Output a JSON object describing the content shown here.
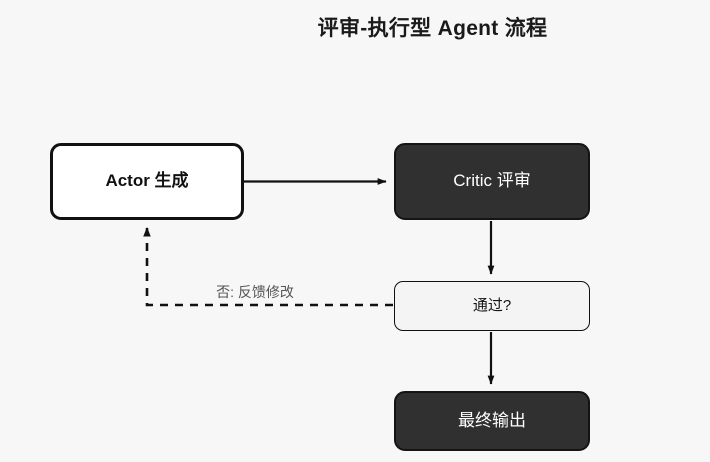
{
  "page": {
    "title": "评审-执行型 Agent 流程",
    "background_color": "#f7f7f7"
  },
  "diagram": {
    "type": "flowchart",
    "direction": "left-to-right, top-to-bottom",
    "nodes": [
      {
        "id": "actor",
        "label": "Actor 生成",
        "shape": "rounded-rectangle",
        "fill": "#ffffff",
        "stroke": "#111111",
        "text_color": "#111111",
        "emphasis": "bold"
      },
      {
        "id": "critic",
        "label": "Critic 评审",
        "shape": "rounded-rectangle",
        "fill": "#303030",
        "stroke": "#141414",
        "text_color": "#ffffff",
        "emphasis": "normal"
      },
      {
        "id": "decision",
        "label": "通过?",
        "shape": "rounded-rectangle",
        "fill": "#f4f4f4",
        "stroke": "#111111",
        "text_color": "#111111",
        "emphasis": "normal"
      },
      {
        "id": "final",
        "label": "最终输出",
        "shape": "rounded-rectangle",
        "fill": "#303030",
        "stroke": "#141414",
        "text_color": "#ffffff",
        "emphasis": "normal"
      }
    ],
    "edges": [
      {
        "id": "actor-to-critic",
        "from": "actor",
        "to": "critic",
        "style": "solid",
        "label": "",
        "arrow": "filled"
      },
      {
        "id": "critic-to-decision",
        "from": "critic",
        "to": "decision",
        "style": "solid",
        "label": "",
        "arrow": "filled"
      },
      {
        "id": "decision-to-final",
        "from": "decision",
        "to": "final",
        "style": "solid",
        "label": "",
        "arrow": "filled"
      },
      {
        "id": "decision-to-actor",
        "from": "decision",
        "to": "actor",
        "style": "dashed",
        "label": "否: 反馈修改",
        "label_color": "#555555",
        "arrow": "filled"
      }
    ]
  }
}
